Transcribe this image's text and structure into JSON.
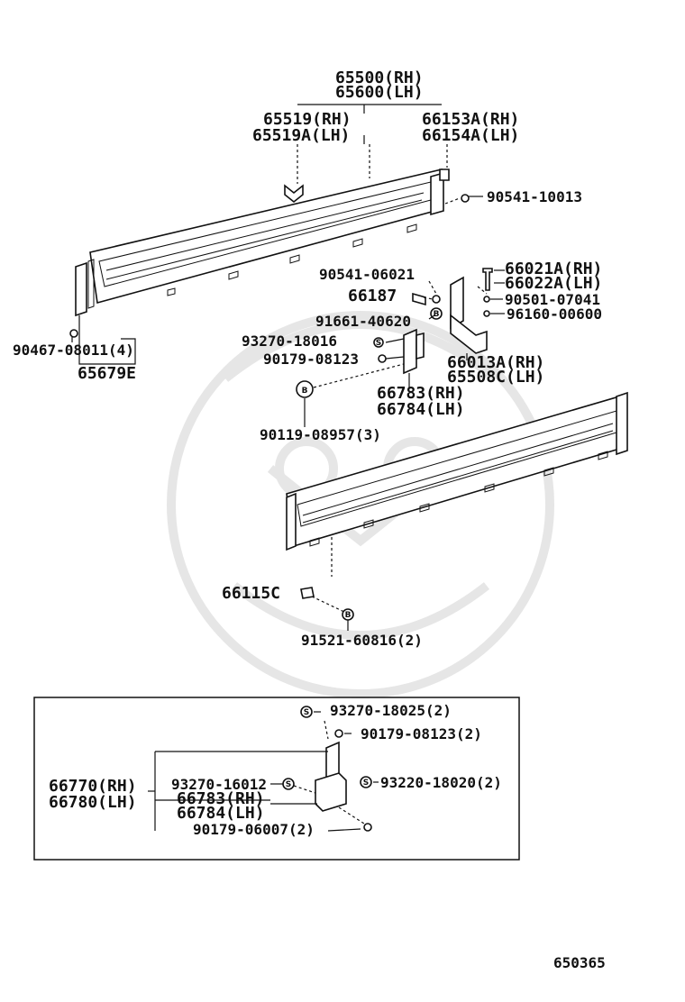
{
  "labels": {
    "p65500": "65500(RH)",
    "p65600": "65600(LH)",
    "p65519": "65519(RH)",
    "p65519a": "65519A(LH)",
    "p66153a": "66153A(RH)",
    "p66154a": "66154A(LH)",
    "p90541_10013": "90541-10013",
    "p90541_06021": "90541-06021",
    "p66021a": "66021A(RH)",
    "p66022a": "66022A(LH)",
    "p66187": "66187",
    "p90501": "90501-07041",
    "p91661": "91661-40620",
    "p96160": "96160-00600",
    "p93270_18016": "93270-18016",
    "p90179_08123": "90179-08123",
    "p66013a": "66013A(RH)",
    "p65508c": "65508C(LH)",
    "p90467": "90467-08011(4)",
    "p65679e": "65679E",
    "p66783": "66783(RH)",
    "p66784": "66784(LH)",
    "p90119": "90119-08957(3)",
    "p66115c": "66115C",
    "p91521": "91521-60816(2)",
    "inset_93270_18025": "93270-18025(2)",
    "inset_90179_08123": "90179-08123(2)",
    "inset_66770": "66770(RH)",
    "inset_66780": "66780(LH)",
    "inset_93270_16012": "93270-16012",
    "inset_93220_18020": "93220-18020(2)",
    "inset_66783": "66783(RH)",
    "inset_66784": "66784(LH)",
    "inset_90179_06007": "90179-06007(2)",
    "diagram_code": "650365"
  },
  "markers": {
    "b": "B",
    "s": "S"
  },
  "colors": {
    "line": "#111111",
    "background": "#ffffff",
    "watermark": "#e6e6e6"
  }
}
